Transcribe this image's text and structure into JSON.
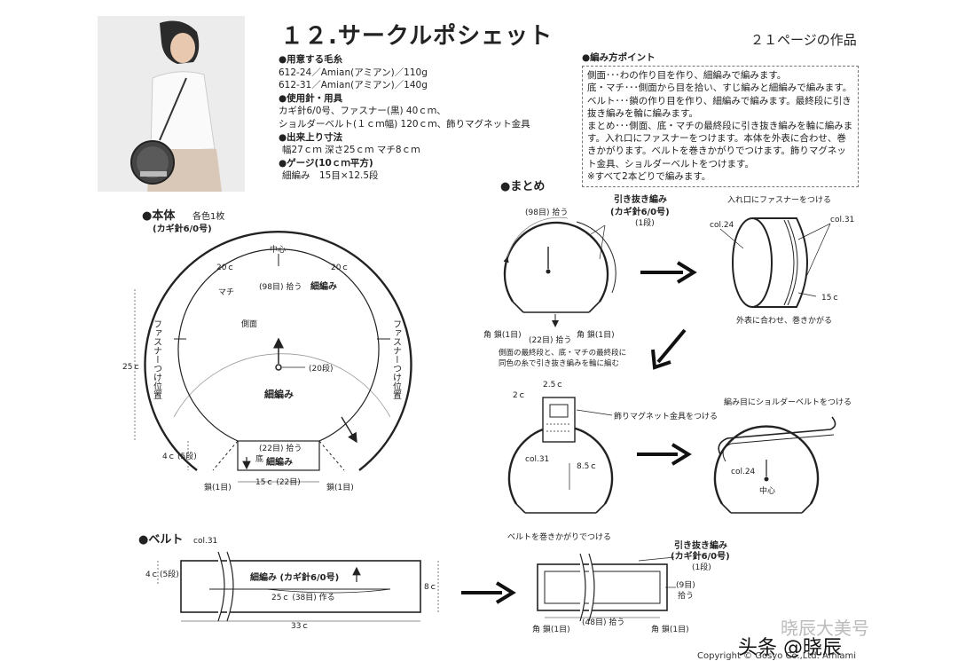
{
  "title": "１２.サークルポシェット",
  "page_ref": "２１ページの作品",
  "materials": {
    "yarn_heading": "●用意する毛糸",
    "yarn_lines": [
      "612-24／Amian(アミアン)／110g",
      "612-31／Amian(アミアン)／140g"
    ],
    "tools_heading": "●使用針・用具",
    "tools_lines": [
      "カギ針6/0号、ファスナー(黒) 40ｃｍ、",
      "ショルダーベルト(１ｃｍ幅) 120ｃｍ、飾りマグネット金具"
    ],
    "size_heading": "●出来上り寸法",
    "size_line": "幅27ｃｍ 深さ25ｃｍ マチ8ｃｍ",
    "gauge_heading": "●ゲージ(10ｃｍ平方)",
    "gauge_line": "細編み　15目×12.5段"
  },
  "points": {
    "heading": "●編み方ポイント",
    "lines": [
      "側面･･･わの作り目を作り、細編みで編みます。",
      "底・マチ･･･側面から目を拾い、すじ編みと細編みで編みます。",
      "ベルト･･･鎖の作り目を作り、細編みで編みます。最終段に引き抜き編みを輪に編みます。",
      "まとめ･･･側面、底・マチの最終段に引き抜き編みを輪に編みます。入れ口にファスナーをつけます。本体を外表に合わせ、巻きかがります。ベルトを巻きかがりでつけます。飾りマグネット金具、ショルダーベルトをつけます。",
      "※すべて2本どりで編みます。"
    ]
  },
  "body_section": {
    "heading": "●本体",
    "note": "各色1枚",
    "hook": "(カギ針6/0号)",
    "center": "中心",
    "left_20": "20ｃ",
    "right_20": "20ｃ",
    "machi": "マチ",
    "pick_98": "(98目) 拾う",
    "sc_top": "細編み",
    "side": "側面",
    "rows_20": "(20段)",
    "sc_center": "細編み",
    "zip_pos": "ファスナーつけ位置",
    "height_25": "25ｃ",
    "height_4": "4ｃ",
    "rows_5": "(5段)",
    "pick_22": "(22目) 拾う",
    "bottom": "底",
    "sc_bottom": "細編み",
    "width_15": "15ｃ (22目)",
    "chain_1": "鎖(1目)"
  },
  "assembly": {
    "heading": "●まとめ",
    "pick_98": "(98目) 拾う",
    "slip_stitch": "引き抜き編み",
    "hook": "(カギ針6/0号)",
    "rows_1": "(1段)",
    "corner_chain": "角 鎖(1目)",
    "pick_22": "(22目) 拾う",
    "note": [
      "側面の最終段と、底・マチの最終段に",
      "同色の糸で引き抜き編みを輪に編む"
    ],
    "zip_attach": "入れ口にファスナーをつける",
    "col24": "col.24",
    "col31": "col.31",
    "dim_15": "15ｃ",
    "whip": "外表に合わせ、巻きかがる",
    "dim_25": "2.5ｃ",
    "dim_2": "2ｃ",
    "magnet": "飾りマグネット金具をつける",
    "dim_85": "8.5ｃ",
    "belt_whip": "ベルトを巻きかがりでつける",
    "shoulder": "編み目にショルダーベルトをつける",
    "center": "中心"
  },
  "belt": {
    "heading": "●ベルト",
    "col": "col.31",
    "sc": "細編み (カギ針6/0号)",
    "dim_4": "4ｃ",
    "rows_5": "(5段)",
    "chain_25": "25ｃ (38目) 作る",
    "dim_8": "8ｃ",
    "dim_33": "33ｃ",
    "slip_stitch": "引き抜き編み",
    "hook": "(カギ針6/0号)",
    "rows_1": "(1段)",
    "pick_9": "(9目)",
    "pick_word": "拾う",
    "pick_48": "(48目) 拾う",
    "corner_chain": "角 鎖(1目)"
  },
  "watermark": {
    "brand": "晓辰大美号",
    "site": "头条 @晓辰",
    "copyright": "Copyright © Gosyo Co.,Ltd. Amiami"
  }
}
